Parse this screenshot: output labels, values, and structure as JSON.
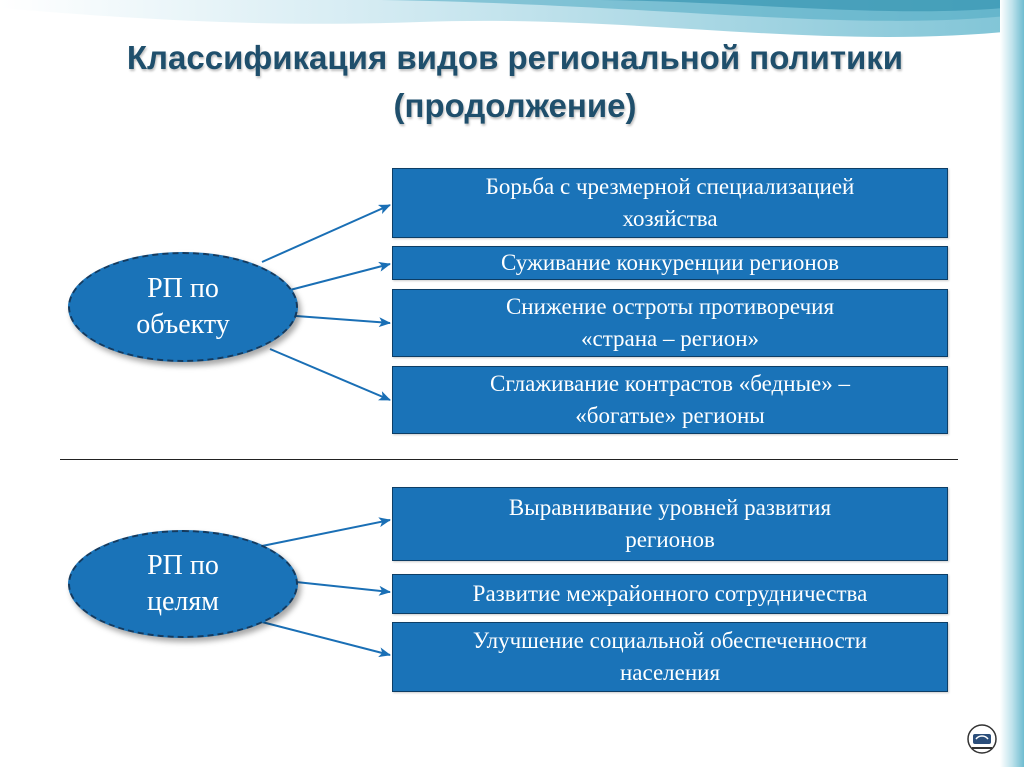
{
  "title": {
    "line1": "Классификация видов региональной политики",
    "line2": "(продолжение)"
  },
  "groups": [
    {
      "label": [
        "РП по",
        "объекту"
      ],
      "items": [
        [
          "Борьба с чрезмерной специализацией",
          "хозяйства"
        ],
        [
          "Суживание конкуренции регионов"
        ],
        [
          "Снижение остроты противоречия",
          "«страна – регион»"
        ],
        [
          "Сглаживание контрастов «бедные» –",
          "«богатые» регионы"
        ]
      ]
    },
    {
      "label": [
        "РП по",
        "целям"
      ],
      "items": [
        [
          "Выравнивание уровней развития",
          "регионов"
        ],
        [
          "Развитие межрайонного сотрудничества"
        ],
        [
          "Улучшение социальной обеспеченности",
          "населения"
        ]
      ]
    }
  ],
  "colors": {
    "node_fill": "#1a73b8",
    "title": "#1f4f6c",
    "arrow": "#1a6fb5"
  },
  "icons": {
    "logo": "academy-logo-icon",
    "arrow": "arrow-icon"
  }
}
